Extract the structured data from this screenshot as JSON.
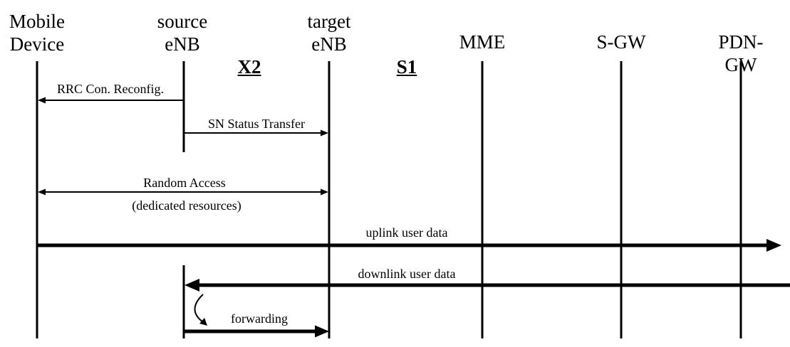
{
  "nodes": [
    {
      "id": "mobile",
      "label": "Mobile\nDevice"
    },
    {
      "id": "source",
      "label": "source\neNB"
    },
    {
      "id": "target",
      "label": "target\neNB"
    },
    {
      "id": "mme",
      "label": "MME"
    },
    {
      "id": "sgw",
      "label": "S-GW"
    },
    {
      "id": "pdngw",
      "label": "PDN-GW"
    }
  ],
  "interfaces": {
    "x2": "X2",
    "s1": "S1"
  },
  "messages": {
    "rrc": "RRC Con. Reconfig.",
    "sn_status": "SN Status Transfer",
    "random_access": "Random Access",
    "random_access_sub": "(dedicated resources)",
    "uplink": "uplink user data",
    "downlink": "downlink user data",
    "forwarding": "forwarding"
  }
}
